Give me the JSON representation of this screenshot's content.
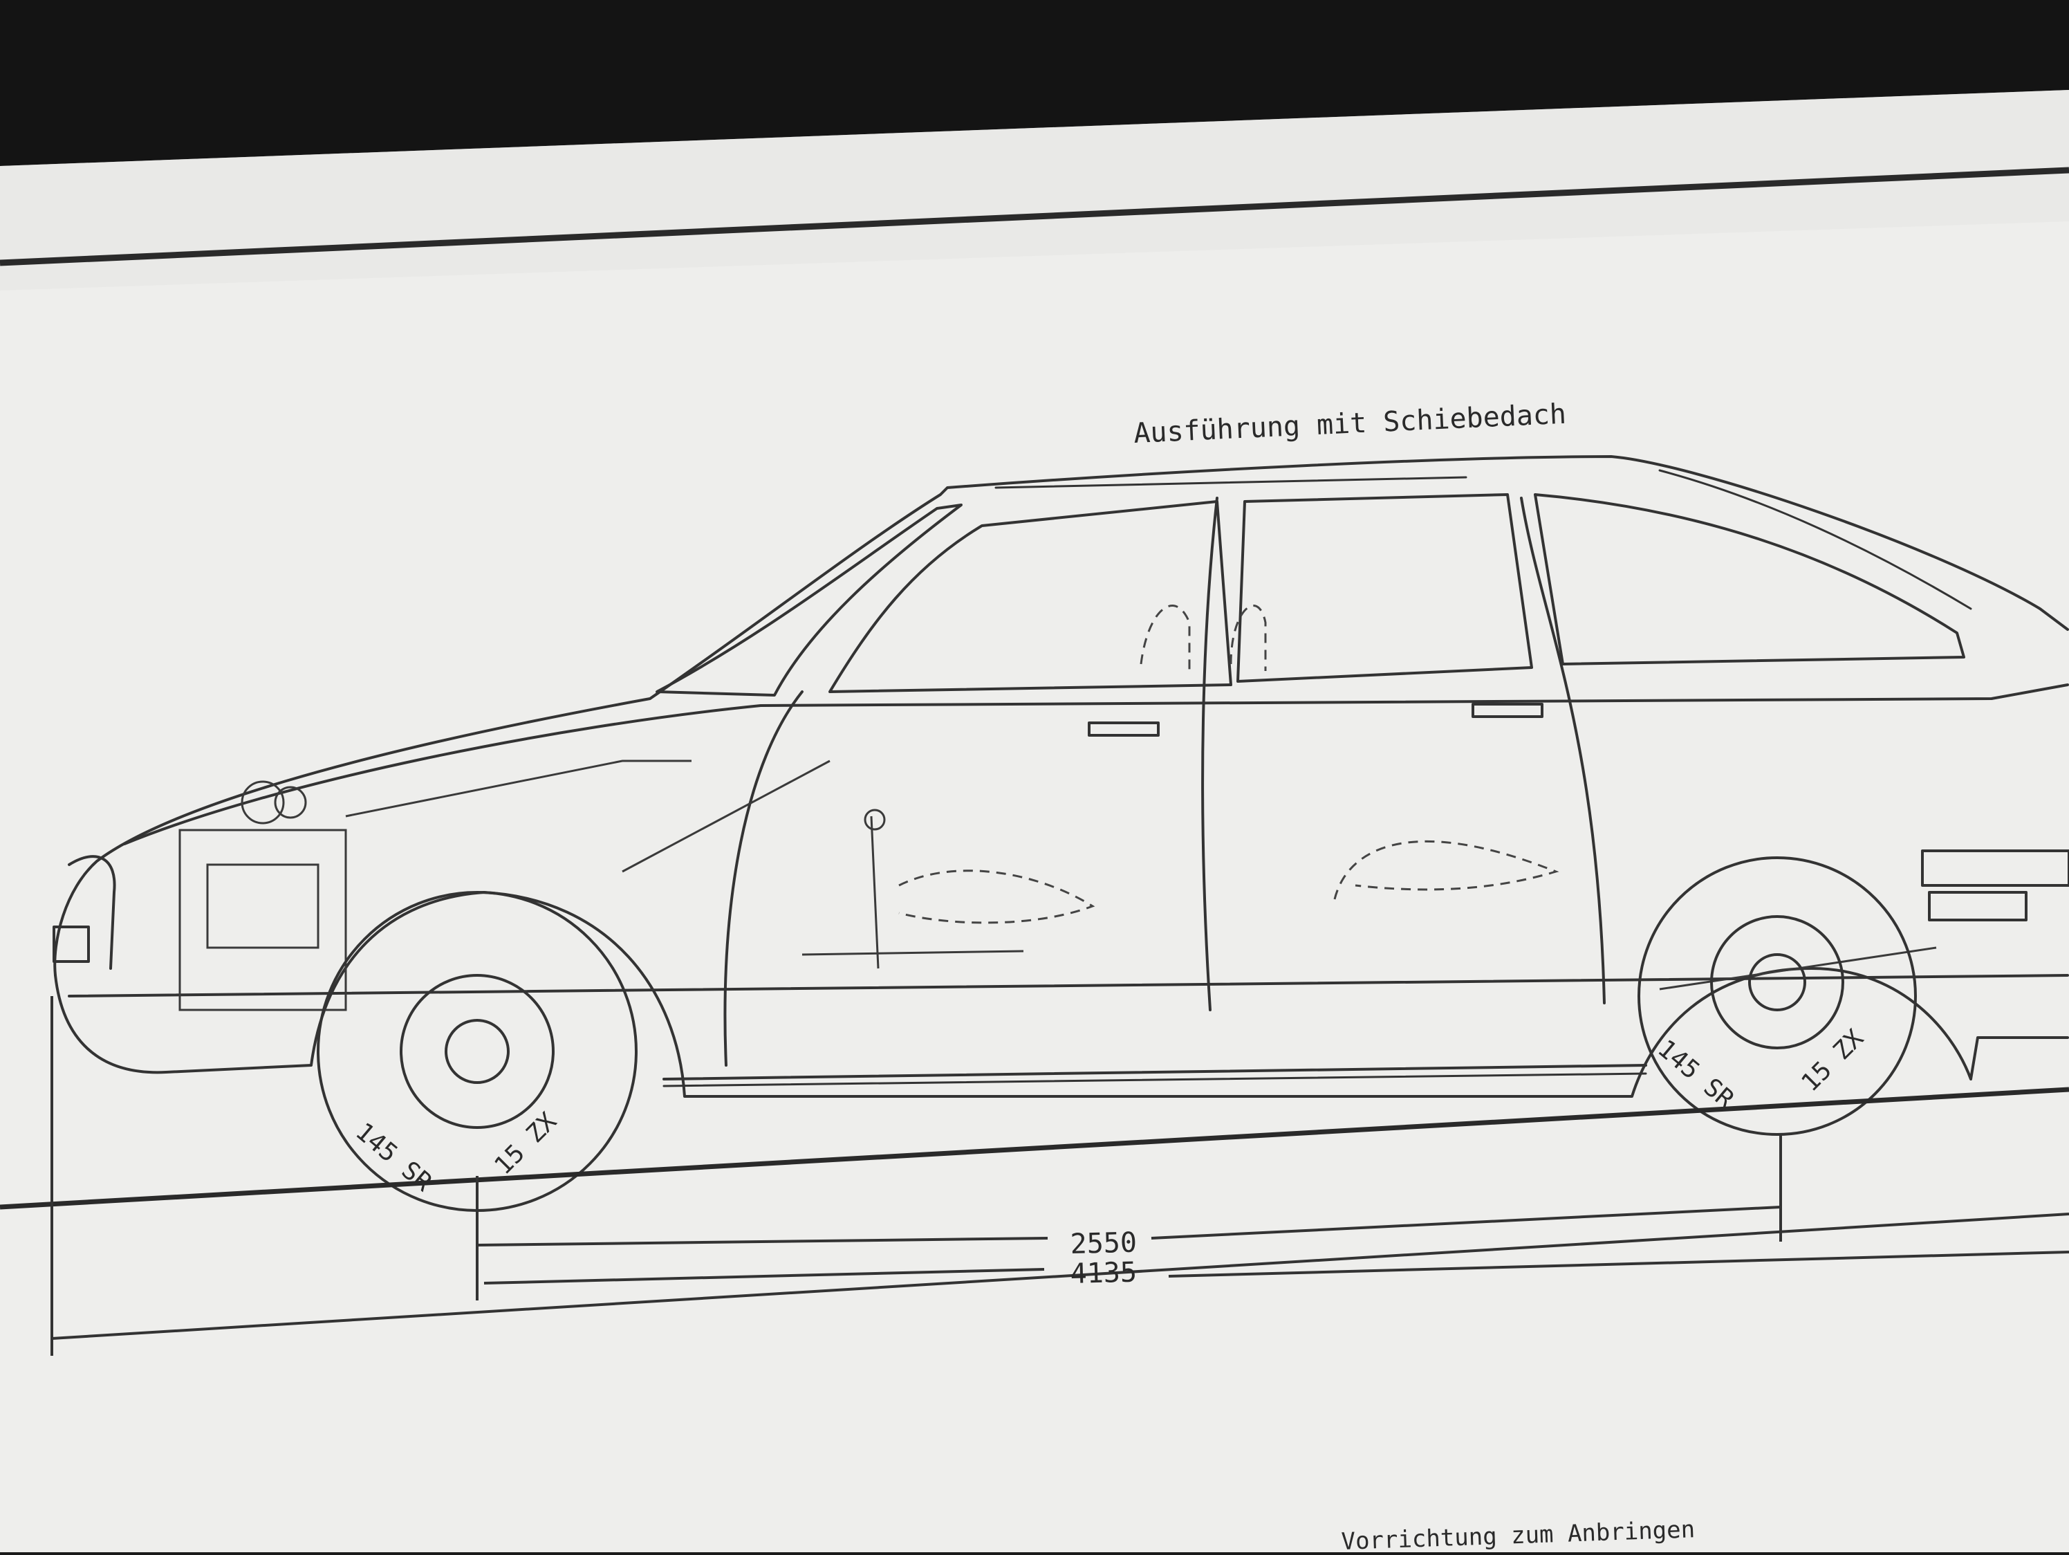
{
  "drawing": {
    "caption": "Ausführung mit Schiebedach",
    "tyre_front_size": "145 SR",
    "tyre_front_load": "15 ZX",
    "tyre_rear_size": "145 SR",
    "tyre_rear_load": "15 ZX",
    "wheelbase_mm": "2550",
    "overall_length_mm": "4135",
    "footnote": "Vorrichtung zum Anbringen"
  },
  "colors": {
    "paper": "#eeeeec",
    "ink": "#2a2a2a",
    "background": "#141414"
  }
}
